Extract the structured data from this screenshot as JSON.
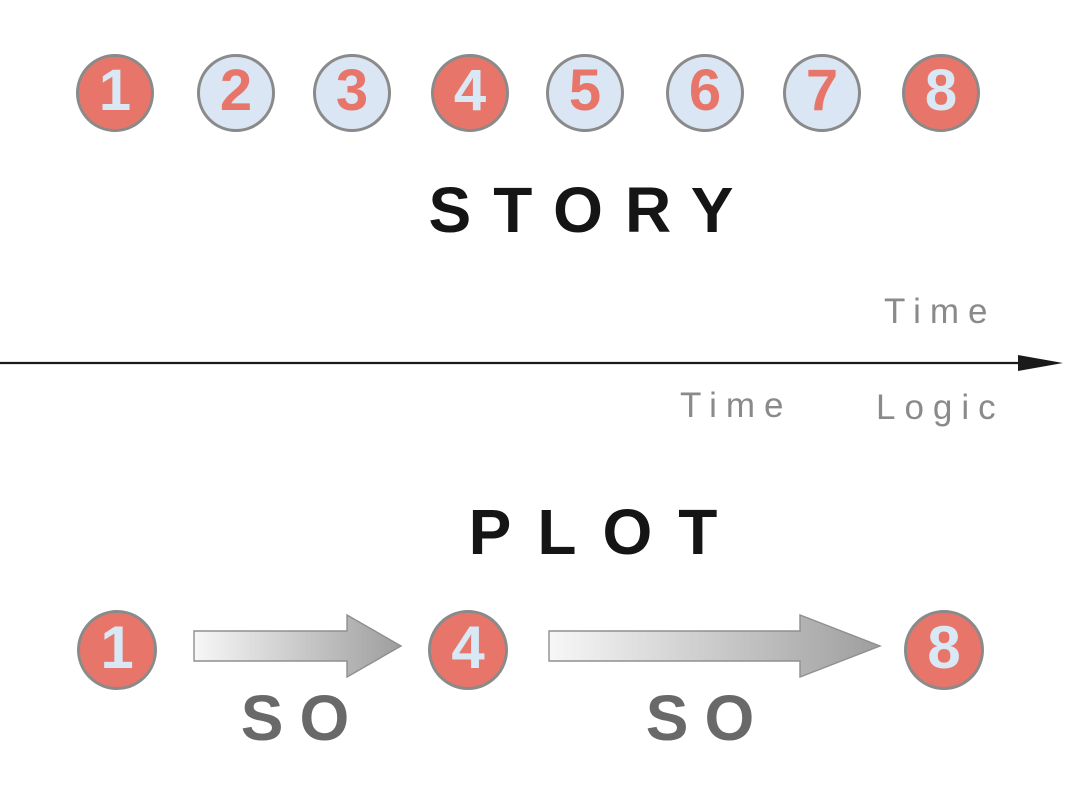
{
  "story": {
    "title": "STORY",
    "circles": [
      {
        "number": "1",
        "variant": "highlight"
      },
      {
        "number": "2",
        "variant": "normal"
      },
      {
        "number": "3",
        "variant": "normal"
      },
      {
        "number": "4",
        "variant": "highlight"
      },
      {
        "number": "5",
        "variant": "normal"
      },
      {
        "number": "6",
        "variant": "normal"
      },
      {
        "number": "7",
        "variant": "normal"
      },
      {
        "number": "8",
        "variant": "highlight"
      }
    ]
  },
  "timeline": {
    "above_label": "Time",
    "below_left_label": "Time",
    "below_right_label": "Logic"
  },
  "plot": {
    "title": "PLOT",
    "nodes": [
      {
        "number": "1"
      },
      {
        "number": "4"
      },
      {
        "number": "8"
      }
    ],
    "connectors": [
      {
        "label": "SO"
      },
      {
        "label": "SO"
      }
    ]
  },
  "colors": {
    "highlight_circle_fill": "#e8756a",
    "highlight_circle_text": "#d9e8f5",
    "normal_circle_fill": "#dae6f3",
    "normal_circle_text": "#e8756a",
    "circle_border": "#8a8a8a",
    "title_text": "#151515",
    "axis_label_text": "#8a8a8a",
    "connector_label_text": "#696969",
    "timeline_arrow": "#1a1a1a",
    "block_arrow_gradient_start": "#f7f7f7",
    "block_arrow_gradient_end": "#9e9e9e",
    "block_arrow_border": "#8f8f8f"
  }
}
